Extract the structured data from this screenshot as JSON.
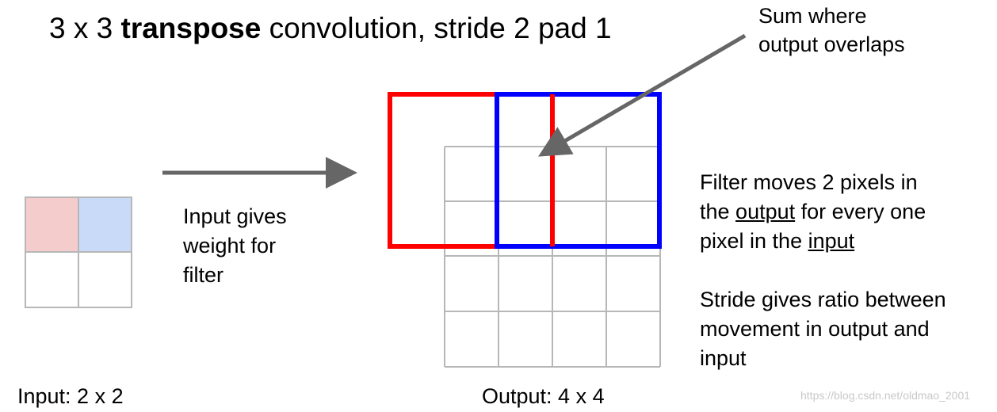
{
  "title": {
    "part1": "3 x 3 ",
    "bold": "transpose",
    "part2": " convolution, stride 2 pad 1"
  },
  "annotation": {
    "line1": "Sum where",
    "line2": "output overlaps"
  },
  "input_note": {
    "line1": "Input gives",
    "line2": "weight for",
    "line3": "filter"
  },
  "side_text_1": {
    "line1": "Filter moves 2 pixels in",
    "line2_a": "the ",
    "line2_u": "output",
    "line2_b": " for every one",
    "line3_a": "pixel in the ",
    "line3_u": "input"
  },
  "side_text_2": {
    "line1": "Stride gives ratio between",
    "line2": "movement in output and",
    "line3": "input"
  },
  "input_label": "Input: 2 x 2",
  "output_label": "Output: 4 x 4",
  "watermark": "https://blog.csdn.net/oldmao_2001",
  "colors": {
    "red_filter": "#ff0000",
    "blue_filter": "#0000ff",
    "input_cell_red": "#f4cccc",
    "input_cell_blue": "#c9daf8",
    "grid": "#b7b7b7",
    "arrow": "#666666"
  }
}
